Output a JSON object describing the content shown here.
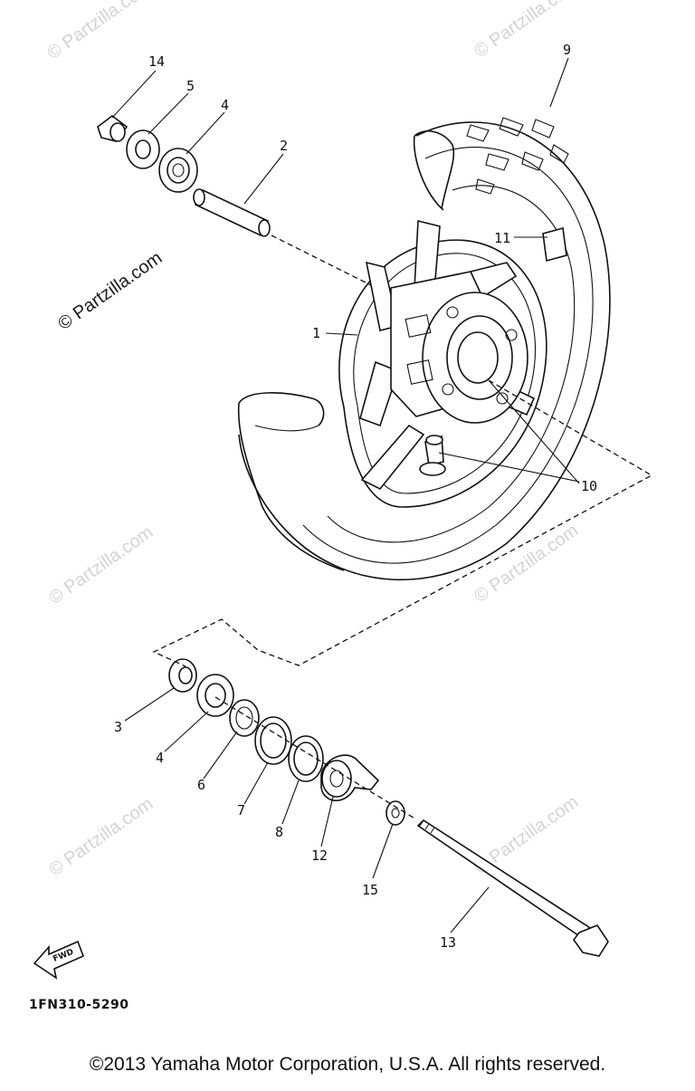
{
  "diagram": {
    "part_code": "1FN310-5290",
    "fwd_label": "FWD",
    "copyright": "©2013 Yamaha Motor Corporation, U.S.A. All rights reserved.",
    "watermark": "© Partzilla.com",
    "callouts": {
      "c1": "1",
      "c2": "2",
      "c3": "3",
      "c4a": "4",
      "c4b": "4",
      "c5": "5",
      "c6": "6",
      "c7": "7",
      "c8": "8",
      "c9": "9",
      "c10": "10",
      "c11": "11",
      "c12": "12",
      "c13": "13",
      "c14": "14",
      "c15": "15"
    }
  }
}
